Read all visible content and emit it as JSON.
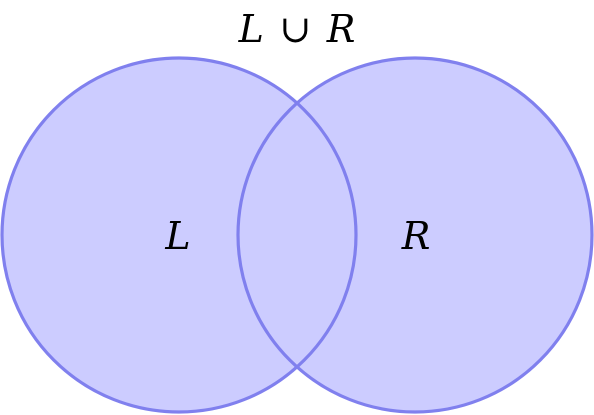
{
  "diagram": {
    "title": {
      "left_operand": "L",
      "operator": "∪",
      "right_operand": "R"
    },
    "sets": [
      {
        "label": "L"
      },
      {
        "label": "R"
      }
    ],
    "colors": {
      "fill": "#ccccff",
      "stroke": "#8080ee"
    }
  }
}
